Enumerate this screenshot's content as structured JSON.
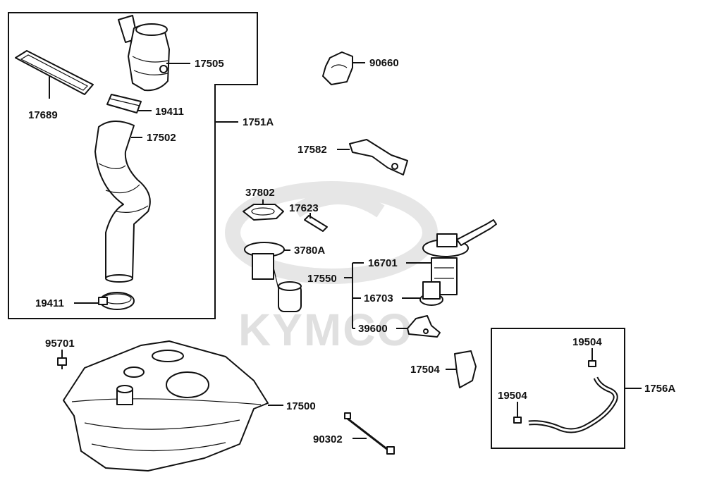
{
  "watermark": {
    "brand": "KYMCO"
  },
  "groups": {
    "left_box": "1751A",
    "pump_group": "17550",
    "hose_box": "1756A"
  },
  "parts": {
    "p17505": "17505",
    "p17689": "17689",
    "p19411_top": "19411",
    "p17502": "17502",
    "p19411_bottom": "19411",
    "p90660": "90660",
    "p17582": "17582",
    "p37802": "37802",
    "p17623": "17623",
    "p3780A": "3780A",
    "p16701": "16701",
    "p16703": "16703",
    "p39600": "39600",
    "p17504": "17504",
    "p19504_top": "19504",
    "p19504_bottom": "19504",
    "p95701": "95701",
    "p17500": "17500",
    "p90302": "90302"
  }
}
